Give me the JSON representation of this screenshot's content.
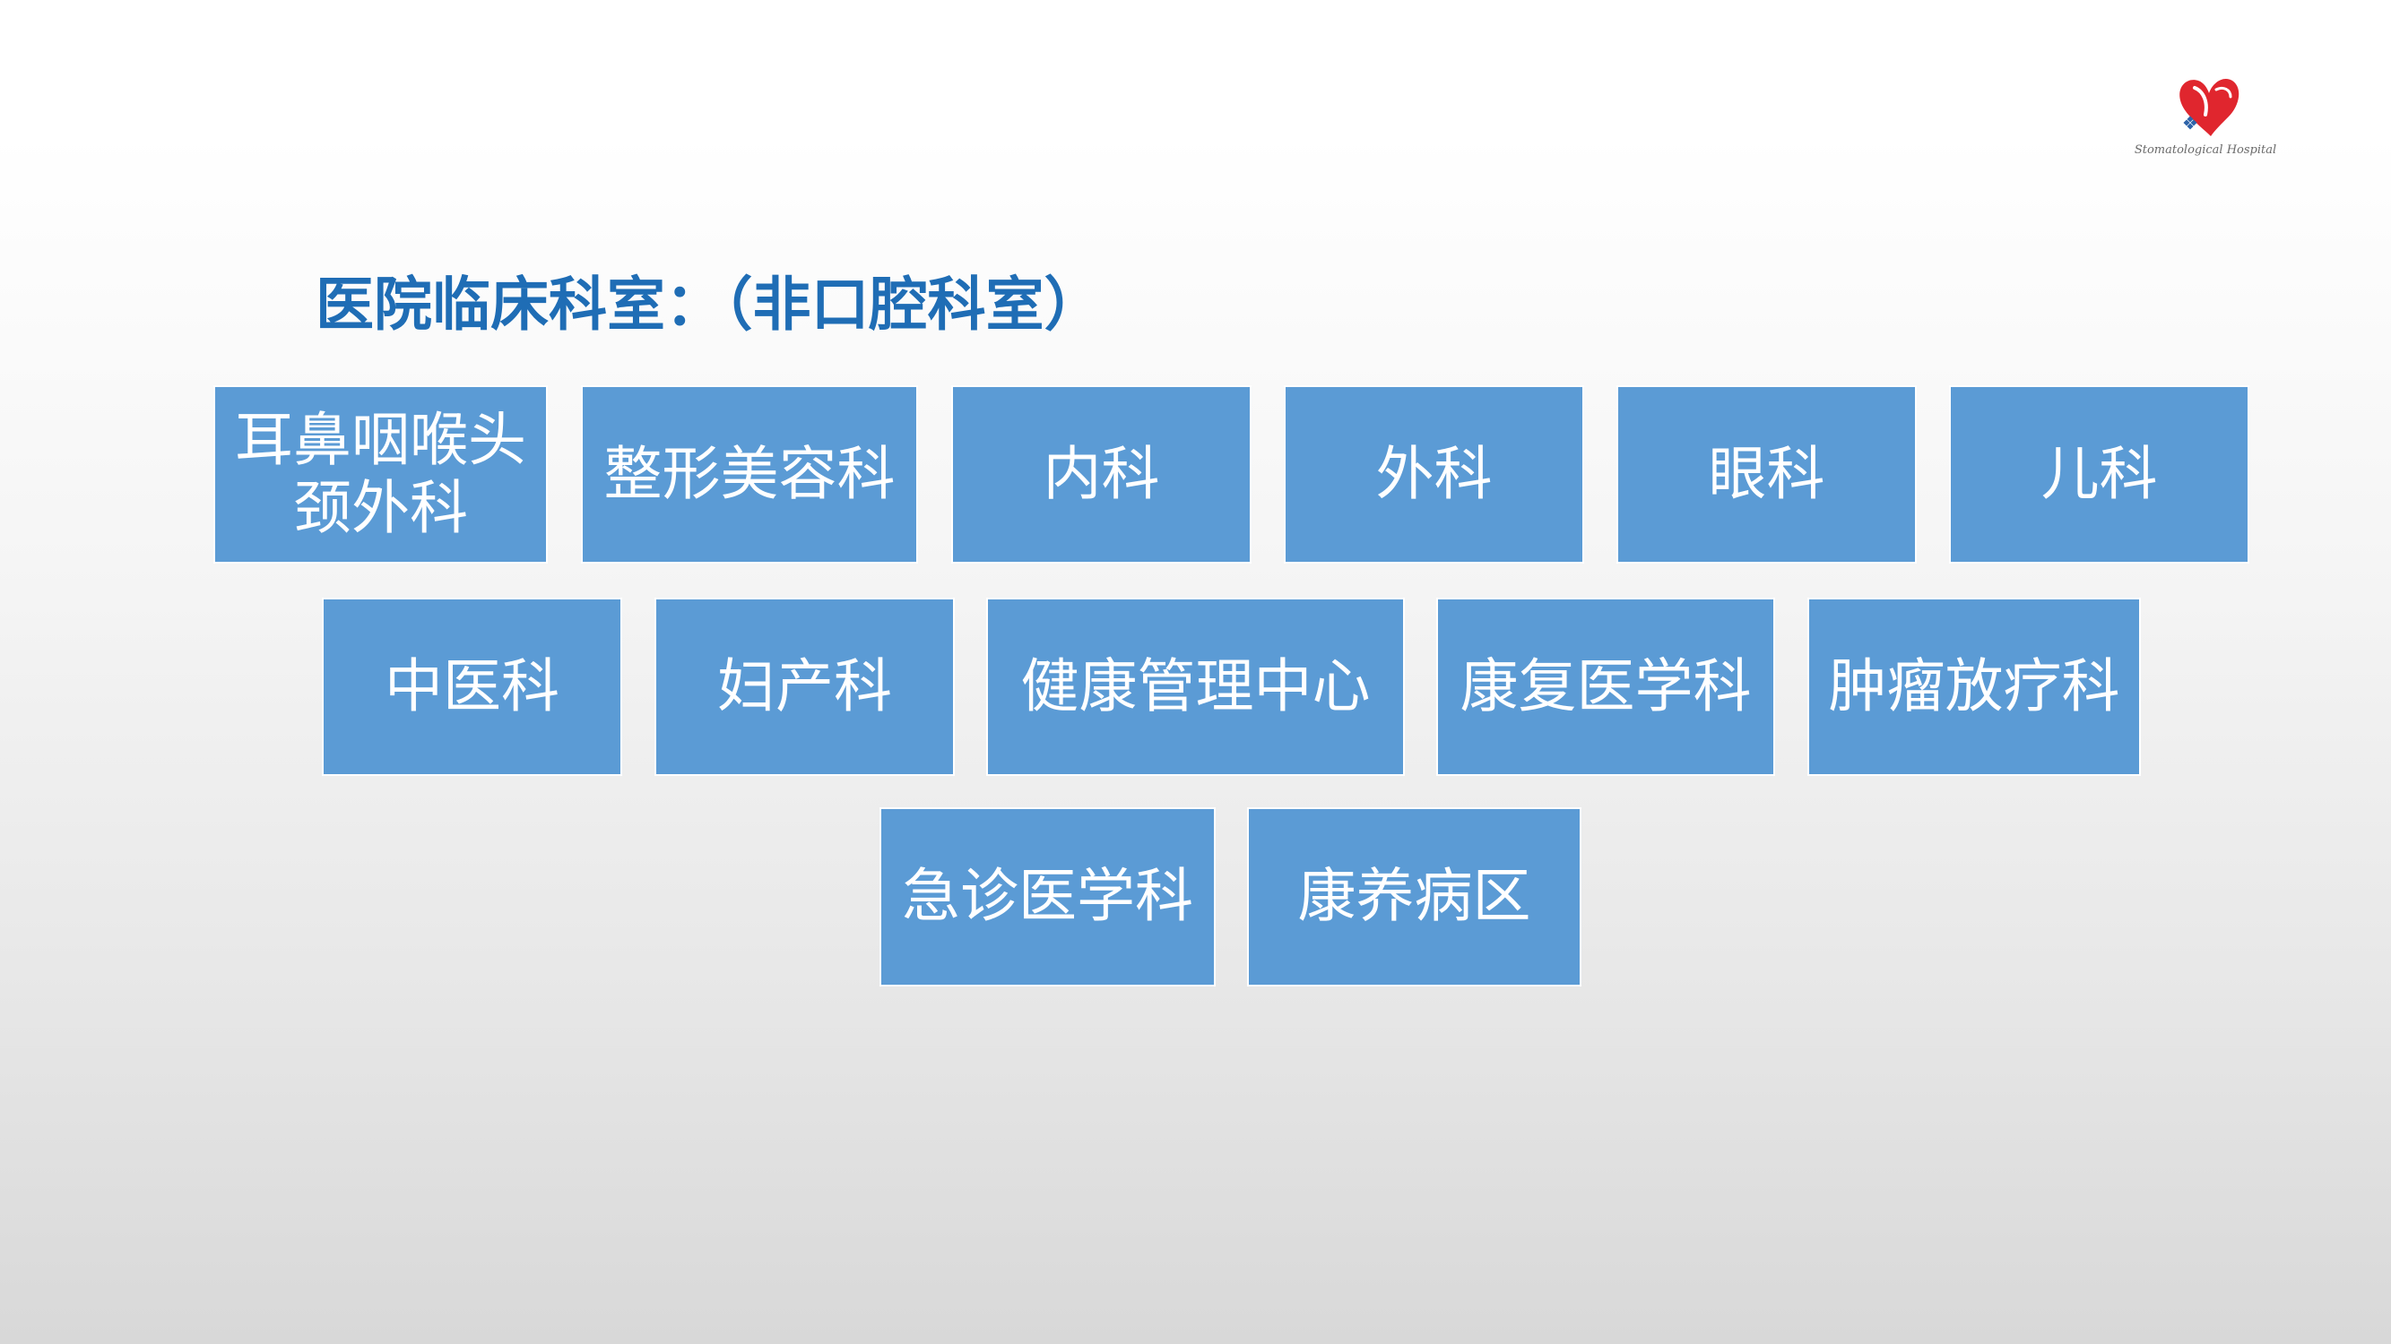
{
  "slide": {
    "title": "医院临床科室：（非口腔科室）",
    "logo": {
      "icon": "hospital-heart-logo",
      "text": "Stomatological Hospital"
    },
    "department_rows": [
      [
        "耳鼻咽喉头颈外科",
        "整形美容科",
        "内科",
        "外科",
        "眼科",
        "儿科"
      ],
      [
        "中医科",
        "妇产科",
        "健康管理中心",
        "康复医学科",
        "肿瘤放疗科"
      ],
      [
        "急诊医学科",
        "康养病区"
      ]
    ]
  },
  "colors": {
    "title": "#1f6db5",
    "box_fill": "#5b9bd5",
    "box_text": "#ffffff",
    "logo_red": "#e0262e",
    "logo_blue": "#2e63a8"
  }
}
